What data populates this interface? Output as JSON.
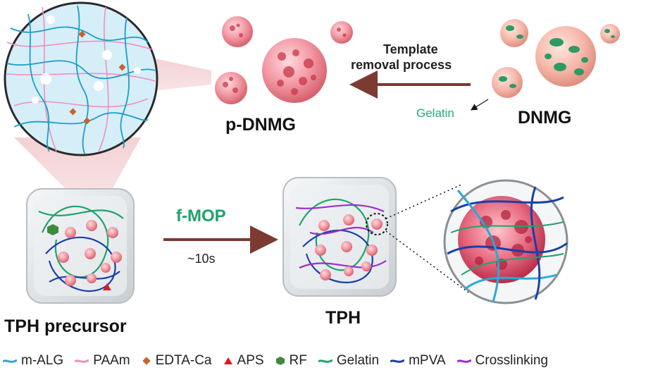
{
  "labels": {
    "p_dnmg": "p-DNMG",
    "template_removal_line1": "Template",
    "template_removal_line2": "removal process",
    "gelatin": "Gelatin",
    "dnmg": "DNMG",
    "f_mop": "f-MOP",
    "time": "~10s",
    "tph_precursor": "TPH precursor",
    "tph": "TPH"
  },
  "legend": [
    {
      "label": "m-ALG",
      "symbol": "line",
      "color": "#2aa8d8"
    },
    {
      "label": "PAAm",
      "symbol": "line",
      "color": "#ef8fc0"
    },
    {
      "label": "EDTA-Ca",
      "symbol": "diamond",
      "color": "#c8622c"
    },
    {
      "label": "APS",
      "symbol": "triangle",
      "color": "#e01b1b"
    },
    {
      "label": "RF",
      "symbol": "hexagon",
      "color": "#3e8a3e"
    },
    {
      "label": "Gelatin",
      "symbol": "line",
      "color": "#1fa36b"
    },
    {
      "label": "mPVA",
      "symbol": "line",
      "color": "#1a3fa8"
    },
    {
      "label": "Crosslinking",
      "symbol": "line",
      "color": "#9b2fc9"
    }
  ],
  "colors": {
    "arrow": "#7b3a32",
    "gelatin_text": "#22b07a",
    "f_mop_text": "#1fa36b",
    "sphere_pink": "#f08f9a",
    "sphere_green": "#2e9a62"
  }
}
